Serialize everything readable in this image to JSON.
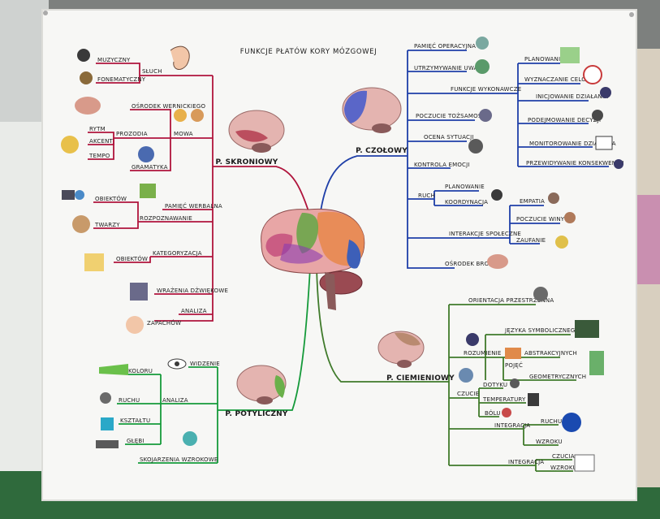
{
  "title": "FUNKCJE PŁATÓW KORY MÓZGOWEJ",
  "lobes": {
    "frontal": {
      "name": "P. CZOŁOWY",
      "color": "#1f3fa8",
      "items": {
        "pamiec_operacyjna": "PAMIĘĆ OPERACYJNA",
        "utrzymywanie_uwagi": "UTRZYMYWANIE UWAGI",
        "funkcje_wykonawcze": "FUNKCJE WYKONAWCZE",
        "planowanie": "PLANOWANIE",
        "wyznaczanie_celow": "WYZNACZANIE CELÓW",
        "inicjowanie_dzialania": "INICJOWANIE DZIAŁANIA",
        "podejmowanie_decyzji": "PODEJMOWANIE DECYZJI",
        "monitorowanie_dzialania": "MONITOROWANIE DZIAŁANIA",
        "przewidywanie_konsekwencji": "PRZEWIDYWANIE KONSEKWENCJI",
        "poczucie_tozsamosci": "POCZUCIE TOŻSAMOŚCI",
        "ocena_sytuacji": "OCENA SYTUACJI",
        "kontrola_emocji": "KONTROLA EMOCJI",
        "ruch": "RUCH",
        "ruch_planowanie": "PLANOWANIE",
        "koordynacja": "KOORDYNACJA",
        "interakcje_spoleczne": "INTERAKCJE SPOŁECZNE",
        "empatia": "EMPATIA",
        "poczucie_winy": "POCZUCIE WINY",
        "zaufanie": "ZAUFANIE",
        "osrodek_broki": "OŚRODEK BROKI"
      }
    },
    "temporal": {
      "name": "P. SKRONIOWY",
      "color": "#b0143c",
      "items": {
        "muzyczny": "MUZYCZNY",
        "fonematyczny": "FONEMATYCZNY",
        "sluch": "SŁUCH",
        "osrodek_wernickiego": "OŚRODEK WERNICKIEGO",
        "mowa": "MOWA",
        "rytm": "RYTM",
        "akcent": "AKCENT",
        "tempo": "TEMPO",
        "prozodia": "PROZODIA",
        "gramatyka": "GRAMATYKA",
        "pamiec_werbalna": "PAMIĘĆ WERBALNA",
        "obiektow_1": "OBIEKTÓW",
        "twarzy": "TWARZY",
        "rozpoznawanie": "ROZPOZNAWANIE",
        "kategoryzacja": "KATEGORYZACJA",
        "obiektow_2": "OBIEKTÓW",
        "wrazenia_dzwiekowe": "WRAŻENIA DŹWIĘKOWE",
        "analiza": "ANALIZA",
        "zapachow": "ZAPACHÓW"
      }
    },
    "occipital": {
      "name": "P. POTYLICZNY",
      "color": "#159a3a",
      "items": {
        "widzenie": "WIDZENIE",
        "koloru": "KOLORU",
        "ruchu": "RUCHU",
        "analiza": "ANALIZA",
        "ksztaltu": "KSZTAŁTU",
        "glebi": "GŁĘBI",
        "skojarzenia_wzrokowe": "SKOJARZENIA WZROKOWE"
      }
    },
    "parietal": {
      "name": "P. CIEMIENIOWY",
      "color": "#3f7a2a",
      "items": {
        "orientacja_przestrzenna": "ORIENTACJA PRZESTRZENNA",
        "jezyka_symbolicznego": "JĘZYKA SYMBOLICZNEGO",
        "rozumienie": "ROZUMIENIE",
        "abstrakcyjnych": "ABSTRAKCYJNYCH",
        "pojec": "POJĘĆ",
        "geometrycznych": "GEOMETRYCZNYCH",
        "dotyku": "DOTYKU",
        "czucie": "CZUCIE",
        "temperatury": "TEMPERATURY",
        "bolu": "BÓLU",
        "integracja_1": "INTEGRACJA",
        "ruchu": "RUCHU",
        "wzroku_1": "WZROKU",
        "integracja_2": "INTEGRACJA",
        "czucia": "CZUCIA",
        "wzroku_2": "WZROKU"
      }
    }
  }
}
